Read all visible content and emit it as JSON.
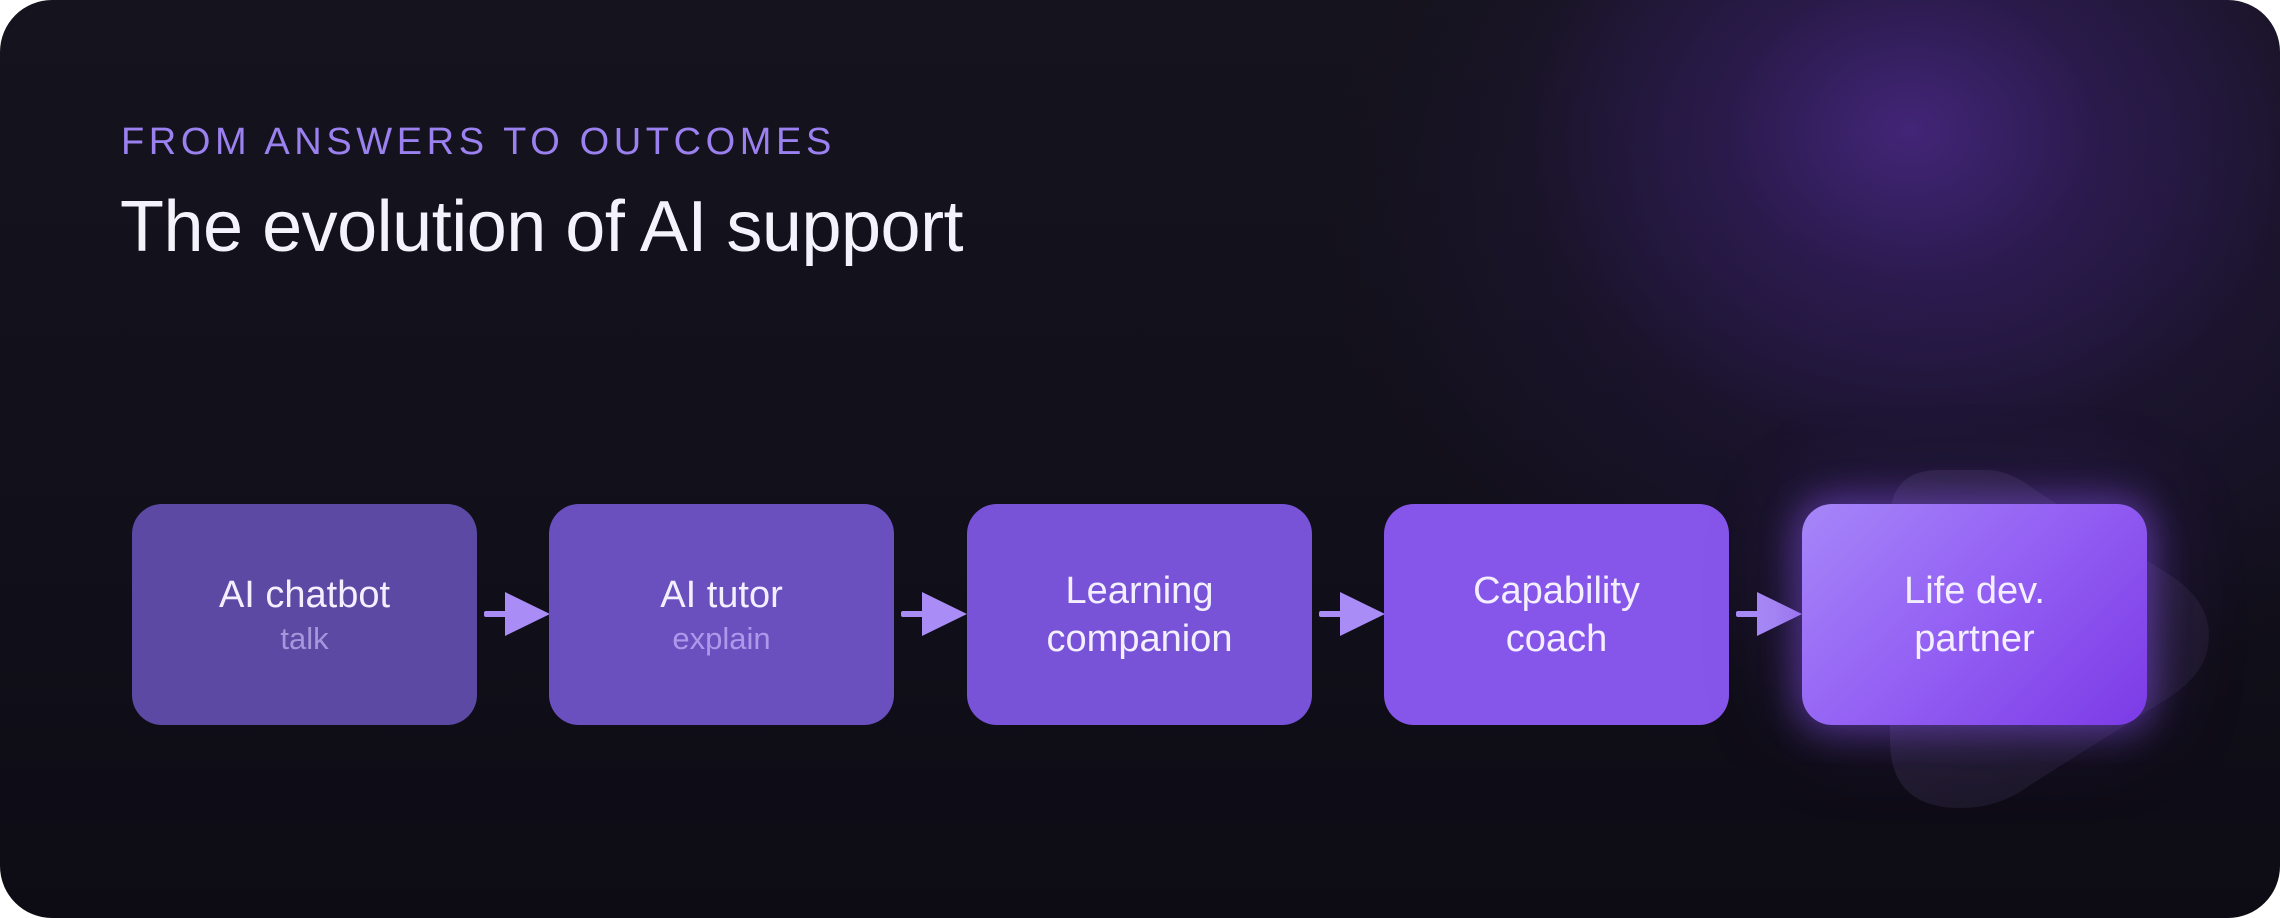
{
  "header": {
    "eyebrow": "FROM ANSWERS TO OUTCOMES",
    "title": "The evolution of AI support"
  },
  "stages": [
    {
      "label": "AI chatbot",
      "sub": "talk"
    },
    {
      "label": "AI tutor",
      "sub": "explain"
    },
    {
      "label_line1": "Learning",
      "label_line2": "companion"
    },
    {
      "label_line1": "Capability",
      "label_line2": "coach"
    },
    {
      "label_line1": "Life dev.",
      "label_line2": "partner"
    }
  ],
  "colors": {
    "accent": "#9b80f0",
    "arrow": "#a98cf6",
    "stage_1": "#5c49a4",
    "stage_2": "#6a50bf",
    "stage_3": "#7853d8",
    "stage_4": "#8656ea",
    "stage_5": "#9a66f5",
    "background": "#13111b"
  }
}
